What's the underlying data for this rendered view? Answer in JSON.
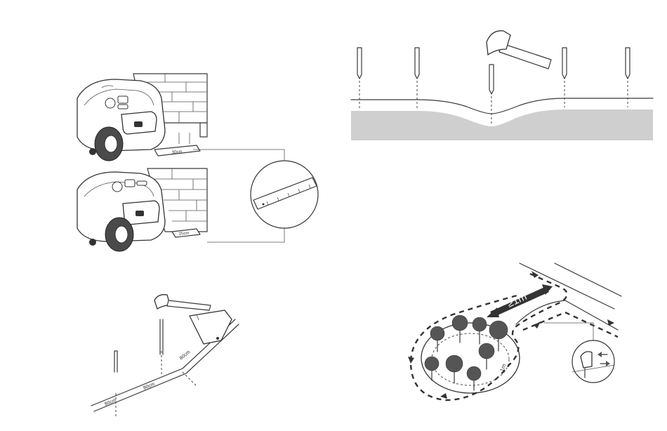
{
  "figures": {
    "mower_placement": {
      "ruler_label_top": "30cm",
      "ruler_label_bottom": "25cm"
    },
    "stake_spacing": {
      "spacing_labels": [
        "80cm",
        "80cm",
        "80cm"
      ]
    },
    "uneven_ground": {
      "stakes_count": 5
    },
    "flowerbed_route": {
      "min_distance_label": "≥1m",
      "curve_label": "1m"
    }
  },
  "colors": {
    "ground": "#cfcfcf",
    "dark": "#333333",
    "flower": "#555555"
  }
}
